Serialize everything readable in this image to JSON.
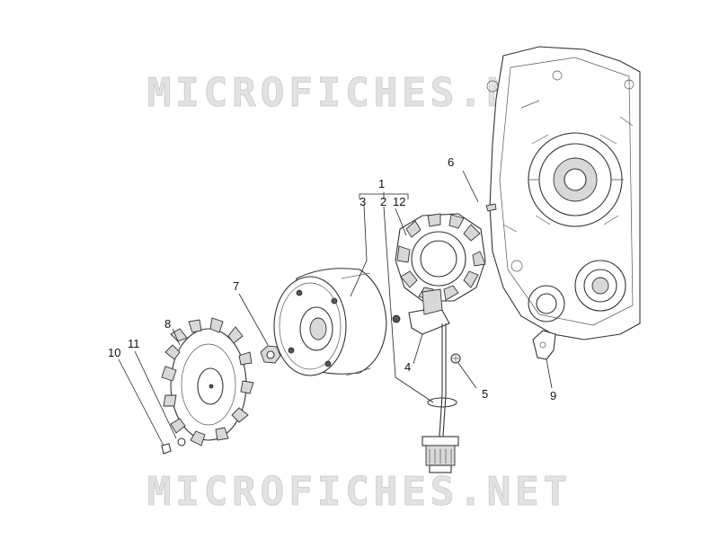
{
  "watermark": {
    "text": "MICROFICHES.NET"
  },
  "callouts": [
    {
      "id": "1",
      "label": "1"
    },
    {
      "id": "2",
      "label": "2"
    },
    {
      "id": "3",
      "label": "3"
    },
    {
      "id": "12",
      "label": "12"
    },
    {
      "id": "6",
      "label": "6"
    },
    {
      "id": "7",
      "label": "7"
    },
    {
      "id": "8",
      "label": "8"
    },
    {
      "id": "10",
      "label": "10"
    },
    {
      "id": "11",
      "label": "11"
    },
    {
      "id": "4",
      "label": "4"
    },
    {
      "id": "5",
      "label": "5"
    },
    {
      "id": "9",
      "label": "9"
    }
  ]
}
